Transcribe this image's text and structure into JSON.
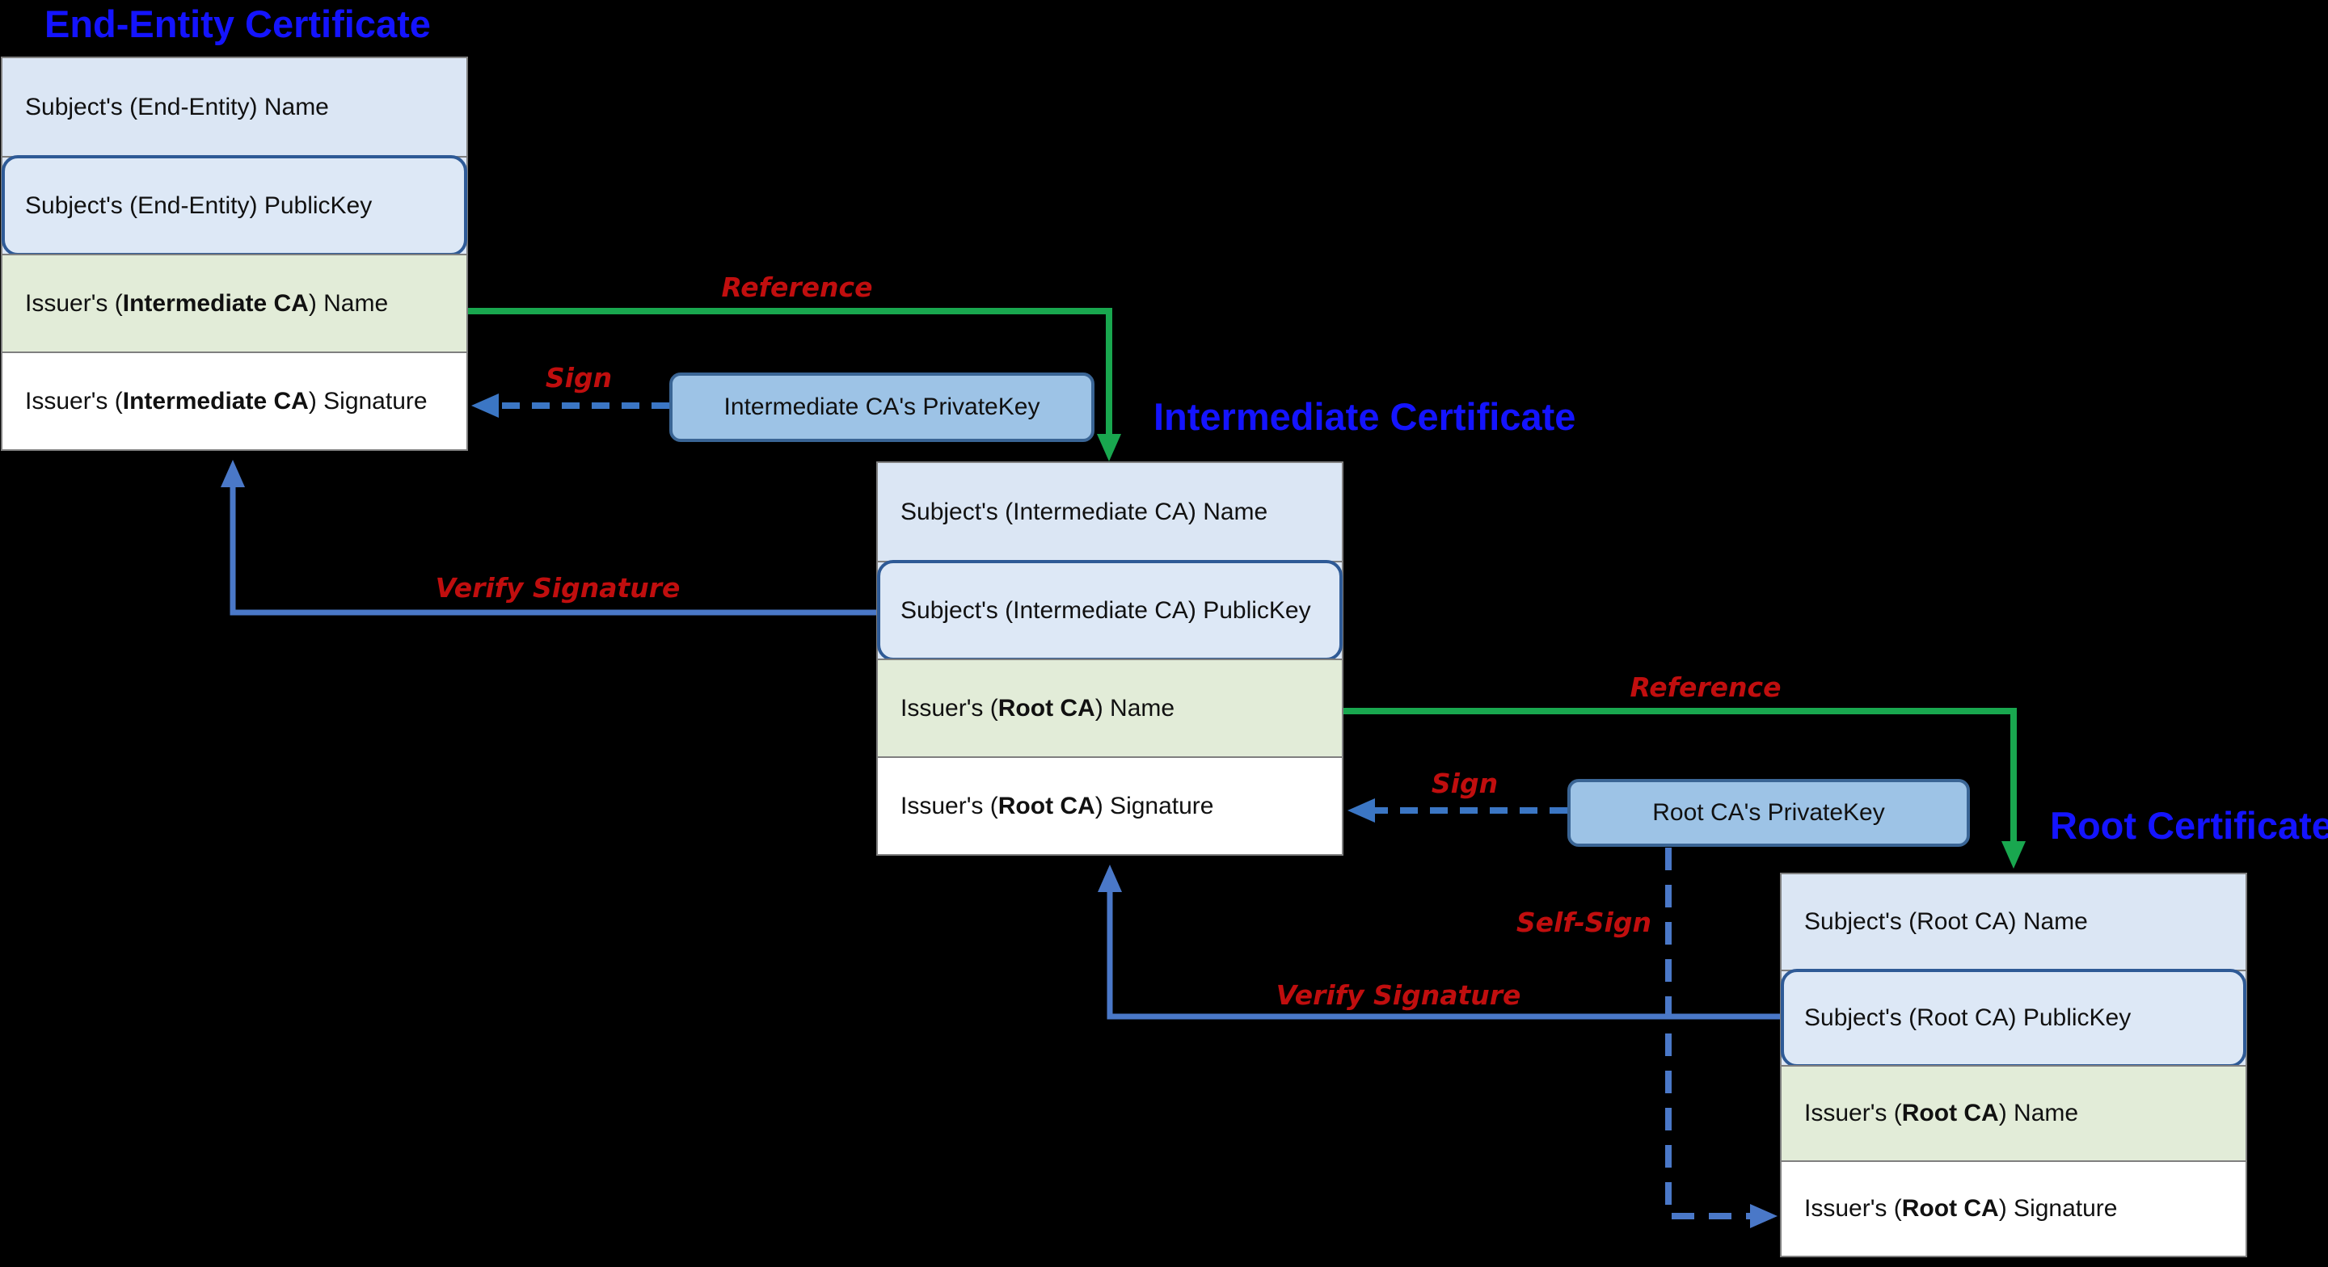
{
  "diagram": "certificate-chain-of-trust",
  "titles": {
    "end_entity": "End-Entity Certificate",
    "intermediate": "Intermediate Certificate",
    "root": "Root Certificate"
  },
  "certificates": [
    {
      "id": "end-entity",
      "rows": [
        {
          "pre": "Subject's (End-Entity) Name",
          "bold": "",
          "post": ""
        },
        {
          "pre": "Subject's (End-Entity) PublicKey",
          "bold": "",
          "post": ""
        },
        {
          "pre": "Issuer's (",
          "bold": "Intermediate CA",
          "post": ") Name"
        },
        {
          "pre": "Issuer's (",
          "bold": "Intermediate CA",
          "post": ") Signature"
        }
      ]
    },
    {
      "id": "intermediate",
      "rows": [
        {
          "pre": "Subject's (Intermediate CA) Name",
          "bold": "",
          "post": ""
        },
        {
          "pre": "Subject's (Intermediate CA) PublicKey",
          "bold": "",
          "post": ""
        },
        {
          "pre": "Issuer's (",
          "bold": "Root CA",
          "post": ") Name"
        },
        {
          "pre": "Issuer's (",
          "bold": "Root CA",
          "post": ") Signature"
        }
      ]
    },
    {
      "id": "root",
      "rows": [
        {
          "pre": "Subject's (Root CA) Name",
          "bold": "",
          "post": ""
        },
        {
          "pre": "Subject's (Root CA) PublicKey",
          "bold": "",
          "post": ""
        },
        {
          "pre": "Issuer's (",
          "bold": "Root CA",
          "post": ") Name"
        },
        {
          "pre": "Issuer's (",
          "bold": "Root CA",
          "post": ") Signature"
        }
      ]
    }
  ],
  "private_keys": [
    {
      "label": "Intermediate CA's PrivateKey"
    },
    {
      "label": "Root CA's PrivateKey"
    }
  ],
  "arrow_labels": {
    "reference1": "Reference",
    "sign1": "Sign",
    "verify1": "Verify Signature",
    "reference2": "Reference",
    "sign2": "Sign",
    "verify2": "Verify Signature",
    "self_sign": "Self-Sign"
  },
  "colors": {
    "background": "#000000",
    "title_blue": "#1414ff",
    "label_red": "#c00e0e",
    "reference_green": "#19a74f",
    "verify_blue": "#4a78c8",
    "sign_blue": "#3b76c4",
    "row_light_blue": "#dbe6f4",
    "row_light_green": "#e2ecd8",
    "row_white": "#ffffff",
    "publickey_border": "#2e5a96",
    "privatekey_fill": "#9dc3e6",
    "privatekey_border": "#3a6595",
    "box_border_gray": "#7f7f7f"
  }
}
